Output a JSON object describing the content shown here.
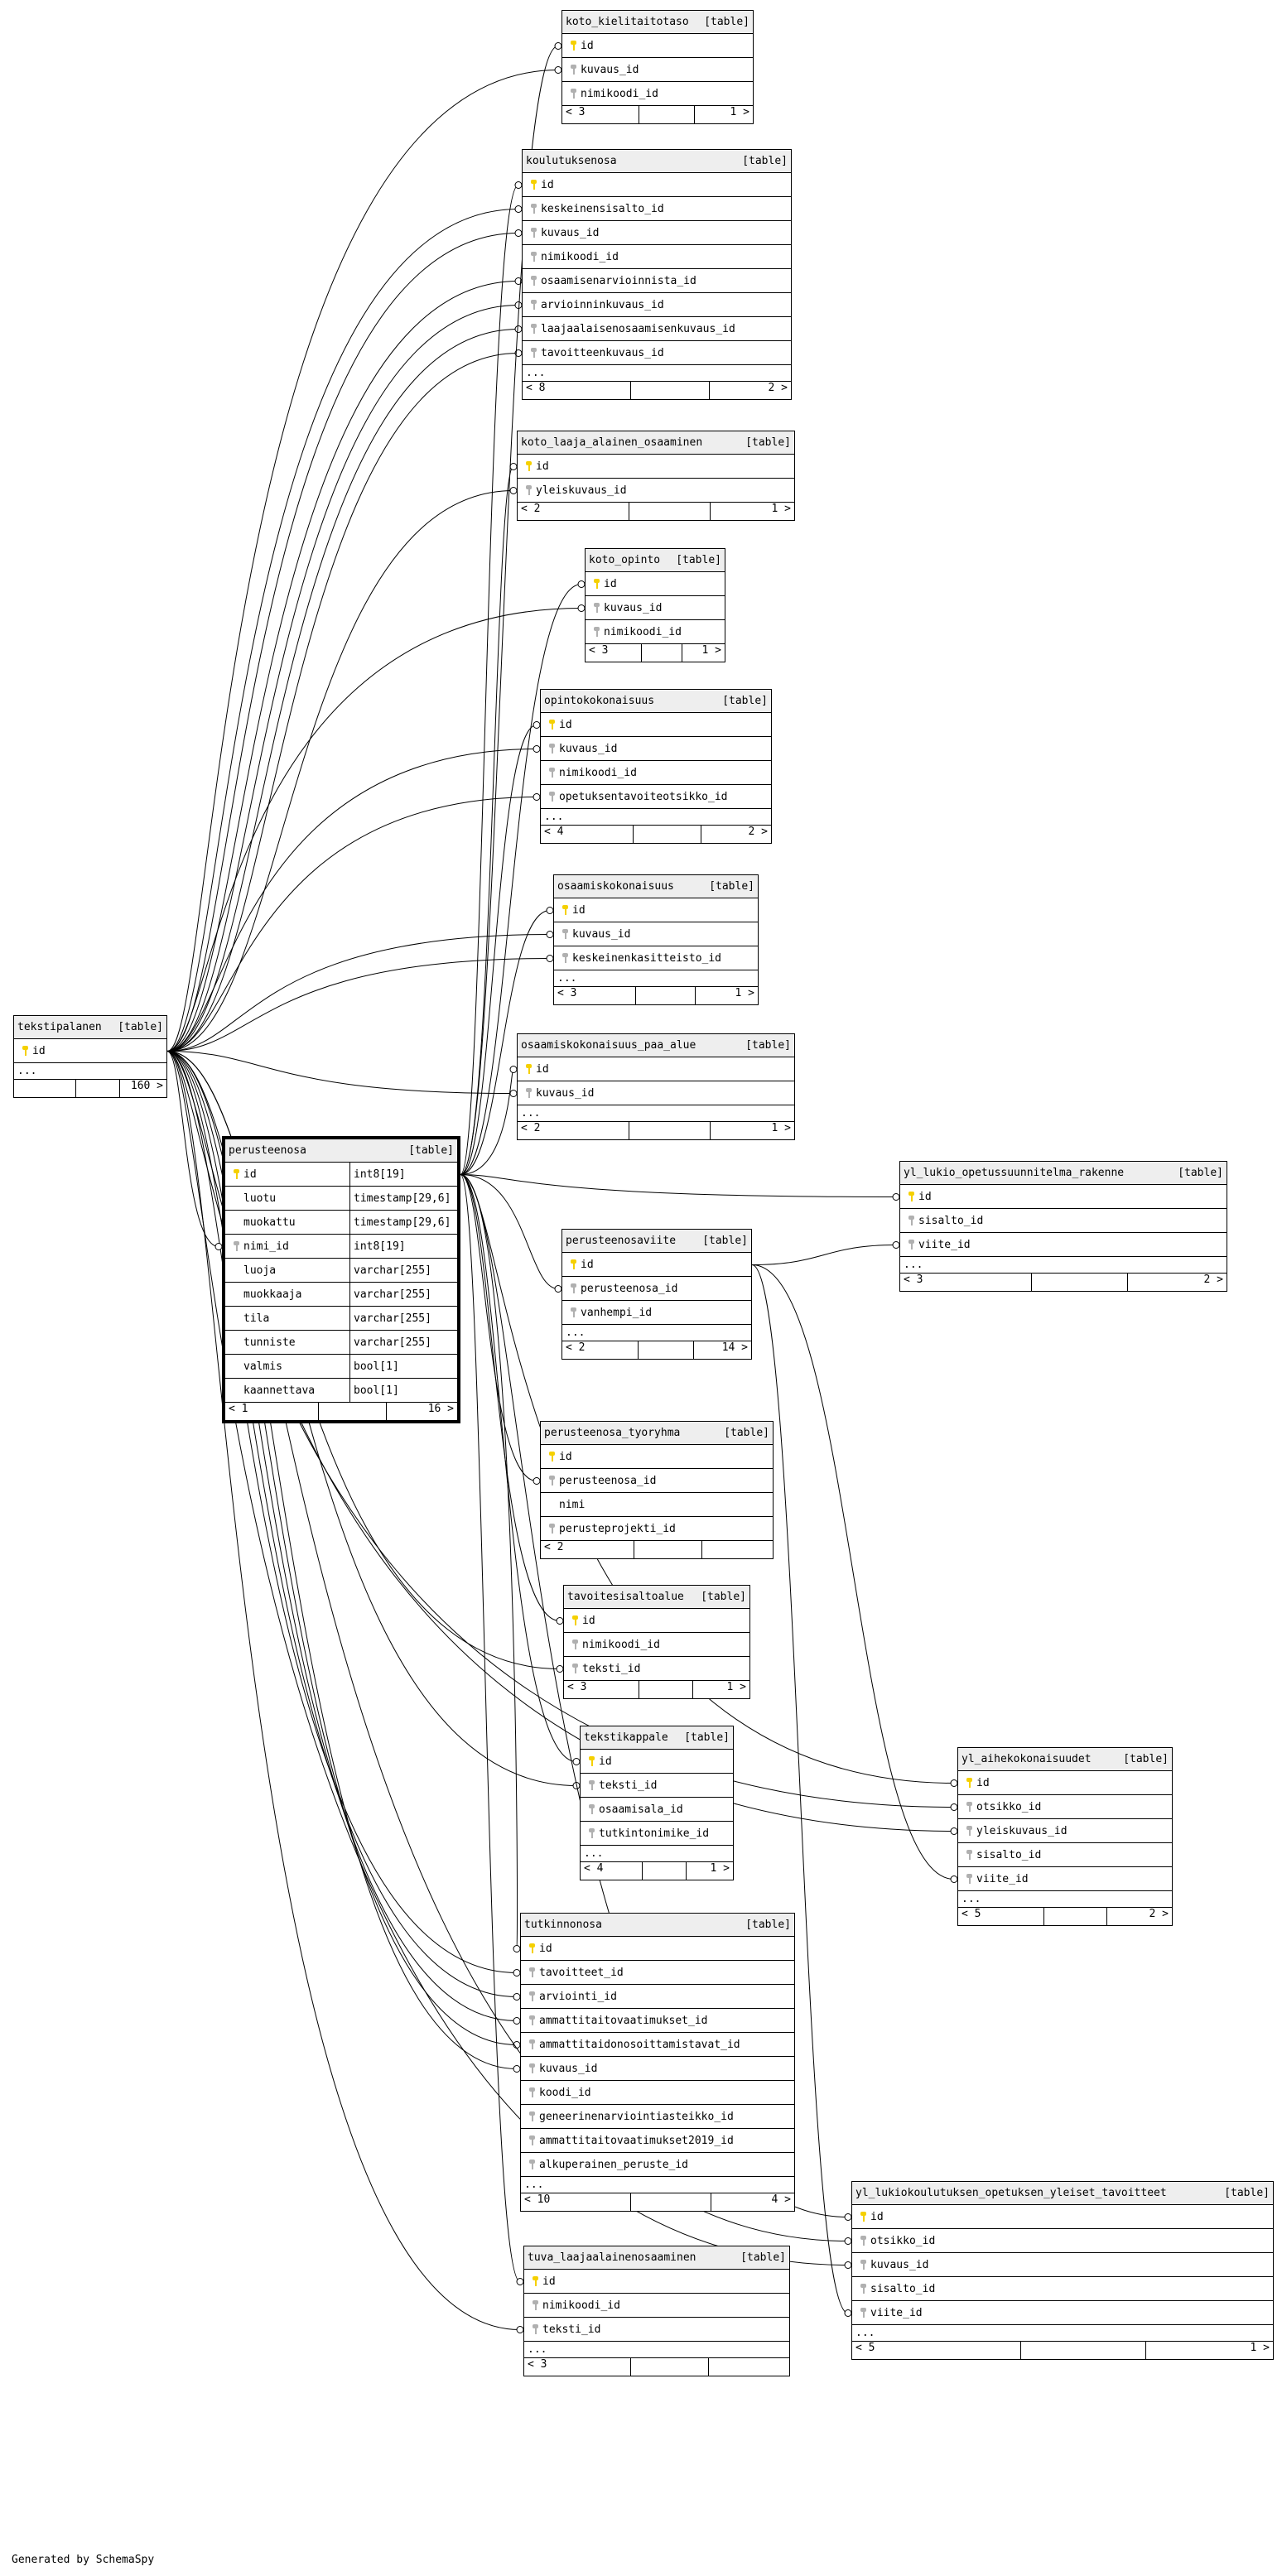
{
  "footer": "Generated by SchemaSpy",
  "tables": [
    {
      "name": "koto_kielitaitotaso",
      "tag": "[table]",
      "columns": [
        [
          "pk",
          "id"
        ],
        [
          "fk",
          "kuvaus_id"
        ],
        [
          "fk",
          "nimikoodi_id"
        ]
      ],
      "more": false,
      "parents": "< 3",
      "children": "1 >"
    },
    {
      "name": "koulutuksenosa",
      "tag": "[table]",
      "columns": [
        [
          "pk",
          "id"
        ],
        [
          "fk",
          "keskeinensisalto_id"
        ],
        [
          "fk",
          "kuvaus_id"
        ],
        [
          "fk",
          "nimikoodi_id"
        ],
        [
          "fk",
          "osaamisenarvioinnista_id"
        ],
        [
          "fk",
          "arvioinninkuvaus_id"
        ],
        [
          "fk",
          "laajaalaisenosaamisenkuvaus_id"
        ],
        [
          "fk",
          "tavoitteenkuvaus_id"
        ]
      ],
      "more": true,
      "parents": "< 8",
      "children": "2 >"
    },
    {
      "name": "koto_laaja_alainen_osaaminen",
      "tag": "[table]",
      "columns": [
        [
          "pk",
          "id"
        ],
        [
          "fk",
          "yleiskuvaus_id"
        ]
      ],
      "more": false,
      "parents": "< 2",
      "children": "1 >"
    },
    {
      "name": "koto_opinto",
      "tag": "[table]",
      "columns": [
        [
          "pk",
          "id"
        ],
        [
          "fk",
          "kuvaus_id"
        ],
        [
          "fk",
          "nimikoodi_id"
        ]
      ],
      "more": false,
      "parents": "< 3",
      "children": "1 >"
    },
    {
      "name": "opintokokonaisuus",
      "tag": "[table]",
      "columns": [
        [
          "pk",
          "id"
        ],
        [
          "fk",
          "kuvaus_id"
        ],
        [
          "fk",
          "nimikoodi_id"
        ],
        [
          "fk",
          "opetuksentavoiteotsikko_id"
        ]
      ],
      "more": true,
      "parents": "< 4",
      "children": "2 >"
    },
    {
      "name": "osaamiskokonaisuus",
      "tag": "[table]",
      "columns": [
        [
          "pk",
          "id"
        ],
        [
          "fk",
          "kuvaus_id"
        ],
        [
          "fk",
          "keskeinenkasitteisto_id"
        ]
      ],
      "more": true,
      "parents": "< 3",
      "children": "1 >"
    },
    {
      "name": "osaamiskokonaisuus_paa_alue",
      "tag": "[table]",
      "columns": [
        [
          "pk",
          "id"
        ],
        [
          "fk",
          "kuvaus_id"
        ]
      ],
      "more": true,
      "parents": "< 2",
      "children": "1 >"
    },
    {
      "name": "tekstipalanen",
      "tag": "[table]",
      "columns": [
        [
          "pk",
          "id"
        ]
      ],
      "more": true,
      "parents": "",
      "children": "160 >"
    },
    {
      "name": "perusteenosa",
      "tag": "[table]",
      "focus": true,
      "columns": [
        [
          "pk",
          "id",
          "int8[19]"
        ],
        [
          "",
          "luotu",
          "timestamp[29,6]"
        ],
        [
          "",
          "muokattu",
          "timestamp[29,6]"
        ],
        [
          "fk",
          "nimi_id",
          "int8[19]"
        ],
        [
          "",
          "luoja",
          "varchar[255]"
        ],
        [
          "",
          "muokkaaja",
          "varchar[255]"
        ],
        [
          "",
          "tila",
          "varchar[255]"
        ],
        [
          "",
          "tunniste",
          "varchar[255]"
        ],
        [
          "",
          "valmis",
          "bool[1]"
        ],
        [
          "",
          "kaannettava",
          "bool[1]"
        ]
      ],
      "more": false,
      "parents": "< 1",
      "children": "16 >"
    },
    {
      "name": "yl_lukio_opetussuunnitelma_rakenne",
      "tag": "[table]",
      "columns": [
        [
          "pk",
          "id"
        ],
        [
          "fk",
          "sisalto_id"
        ],
        [
          "fk",
          "viite_id"
        ]
      ],
      "more": true,
      "parents": "< 3",
      "children": "2 >"
    },
    {
      "name": "perusteenosaviite",
      "tag": "[table]",
      "columns": [
        [
          "pk",
          "id"
        ],
        [
          "fk",
          "perusteenosa_id"
        ],
        [
          "fk",
          "vanhempi_id"
        ]
      ],
      "more": true,
      "parents": "< 2",
      "children": "14 >"
    },
    {
      "name": "perusteenosa_tyoryhma",
      "tag": "[table]",
      "columns": [
        [
          "pk",
          "id"
        ],
        [
          "fk",
          "perusteenosa_id"
        ],
        [
          "",
          "nimi"
        ],
        [
          "fk",
          "perusteprojekti_id"
        ]
      ],
      "more": false,
      "parents": "< 2",
      "children": ""
    },
    {
      "name": "tavoitesisaltoalue",
      "tag": "[table]",
      "columns": [
        [
          "pk",
          "id"
        ],
        [
          "fk",
          "nimikoodi_id"
        ],
        [
          "fk",
          "teksti_id"
        ]
      ],
      "more": false,
      "parents": "< 3",
      "children": "1 >"
    },
    {
      "name": "tekstikappale",
      "tag": "[table]",
      "columns": [
        [
          "pk",
          "id"
        ],
        [
          "fk",
          "teksti_id"
        ],
        [
          "fk",
          "osaamisala_id"
        ],
        [
          "fk",
          "tutkintonimike_id"
        ]
      ],
      "more": true,
      "parents": "< 4",
      "children": "1 >"
    },
    {
      "name": "yl_aihekokonaisuudet",
      "tag": "[table]",
      "columns": [
        [
          "pk",
          "id"
        ],
        [
          "fk",
          "otsikko_id"
        ],
        [
          "fk",
          "yleiskuvaus_id"
        ],
        [
          "fk",
          "sisalto_id"
        ],
        [
          "fk",
          "viite_id"
        ]
      ],
      "more": true,
      "parents": "< 5",
      "children": "2 >"
    },
    {
      "name": "tutkinnonosa",
      "tag": "[table]",
      "columns": [
        [
          "pk",
          "id"
        ],
        [
          "fk",
          "tavoitteet_id"
        ],
        [
          "fk",
          "arviointi_id"
        ],
        [
          "fk",
          "ammattitaitovaatimukset_id"
        ],
        [
          "fk",
          "ammattitaidonosoittamistavat_id"
        ],
        [
          "fk",
          "kuvaus_id"
        ],
        [
          "fk",
          "koodi_id"
        ],
        [
          "fk",
          "geneerinenarviointiasteikko_id"
        ],
        [
          "fk",
          "ammattitaitovaatimukset2019_id"
        ],
        [
          "fk",
          "alkuperainen_peruste_id"
        ]
      ],
      "more": true,
      "parents": "< 10",
      "children": "4 >"
    },
    {
      "name": "yl_lukiokoulutuksen_opetuksen_yleiset_tavoitteet",
      "tag": "[table]",
      "columns": [
        [
          "pk",
          "id"
        ],
        [
          "fk",
          "otsikko_id"
        ],
        [
          "fk",
          "kuvaus_id"
        ],
        [
          "fk",
          "sisalto_id"
        ],
        [
          "fk",
          "viite_id"
        ]
      ],
      "more": true,
      "parents": "< 5",
      "children": "1 >"
    },
    {
      "name": "tuva_laajaalainenosaaminen",
      "tag": "[table]",
      "columns": [
        [
          "pk",
          "id"
        ],
        [
          "fk",
          "nimikoodi_id"
        ],
        [
          "fk",
          "teksti_id"
        ]
      ],
      "more": true,
      "parents": "< 3",
      "children": ""
    }
  ]
}
